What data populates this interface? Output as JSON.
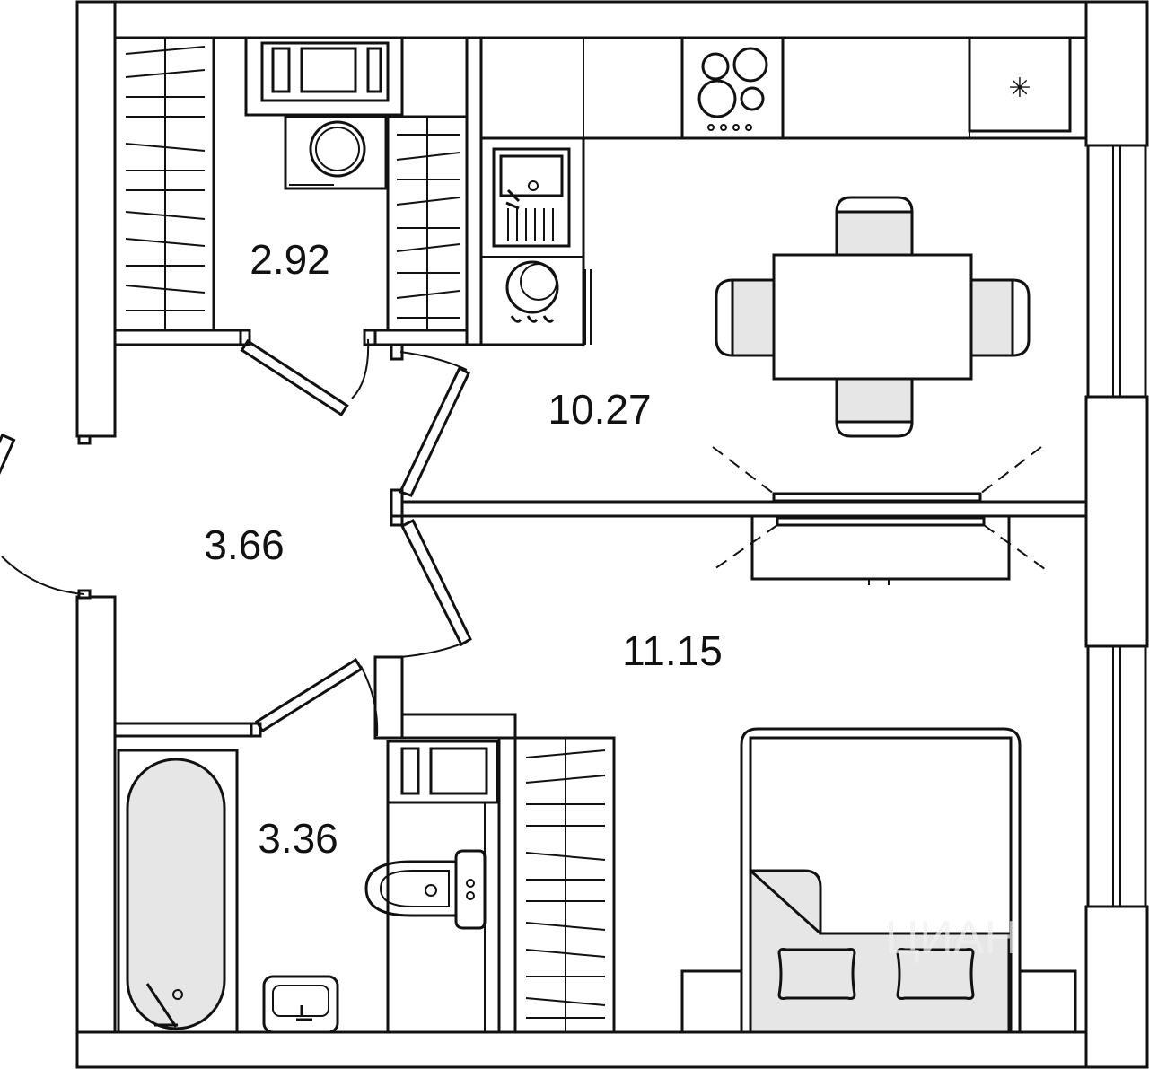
{
  "rooms": [
    {
      "id": "storage",
      "area": "2.92"
    },
    {
      "id": "kitchen",
      "area": "10.27"
    },
    {
      "id": "hall",
      "area": "3.66"
    },
    {
      "id": "bedroom",
      "area": "11.15"
    },
    {
      "id": "bathroom",
      "area": "3.36"
    }
  ],
  "fixtures": {
    "fridge_symbol": "✳",
    "watermark_text": "ЦИАН"
  },
  "colors": {
    "line": "#111111",
    "fill_grey": "#e6e6e6",
    "background": "#ffffff"
  }
}
